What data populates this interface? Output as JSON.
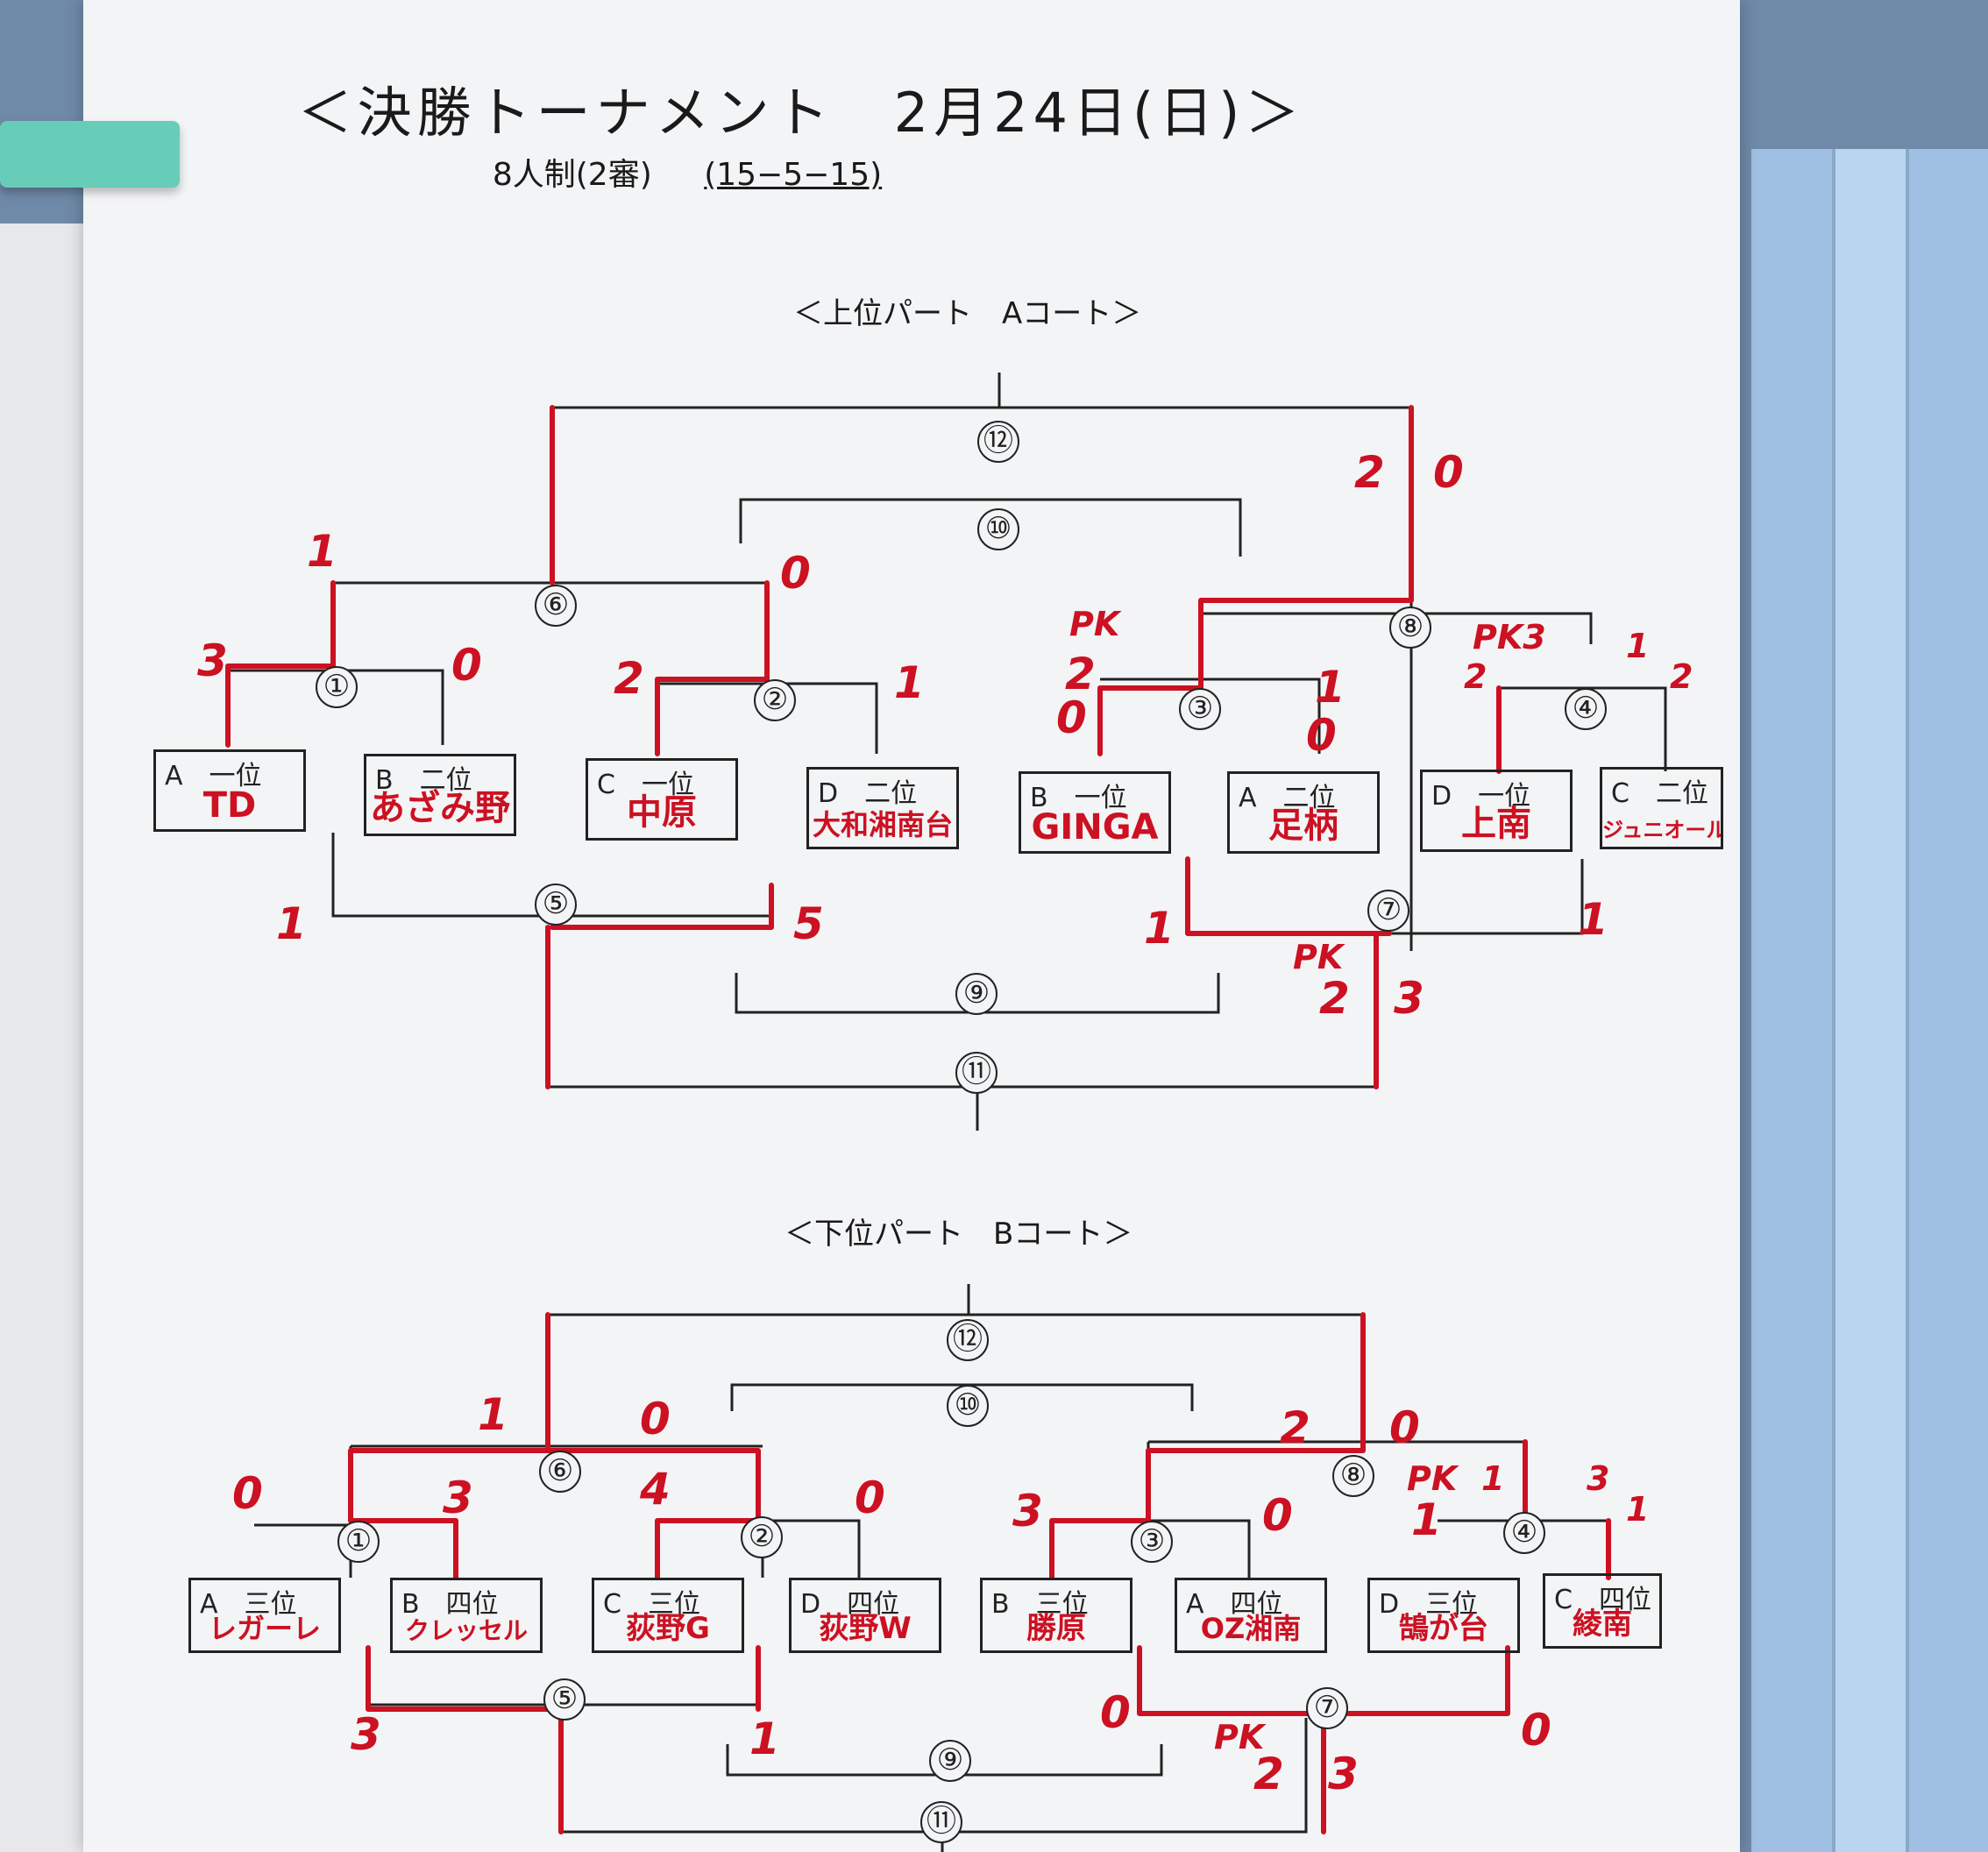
{
  "header": {
    "title": "＜決勝トーナメント　2月24日(日)＞",
    "format": "8人制(2審)",
    "timing": "(15−5−15)"
  },
  "upper": {
    "label": "＜上位パート　Aコート＞",
    "teams": [
      {
        "seed": "A　一位",
        "name": "TD"
      },
      {
        "seed": "B　二位",
        "name": "あざみ野"
      },
      {
        "seed": "C　一位",
        "name": "中原"
      },
      {
        "seed": "D　二位",
        "name": "大和湘南台"
      },
      {
        "seed": "B　一位",
        "name": "GINGA"
      },
      {
        "seed": "A　二位",
        "name": "足柄"
      },
      {
        "seed": "D　一位",
        "name": "上南"
      },
      {
        "seed": "C　二位",
        "name": "ジュニオール"
      }
    ],
    "match_numbers": [
      "①",
      "②",
      "③",
      "④",
      "⑤",
      "⑥",
      "⑦",
      "⑧",
      "⑨",
      "⑩",
      "⑪",
      "⑫"
    ],
    "scores": {
      "m1": [
        "3",
        "0"
      ],
      "m2": [
        "2",
        "1"
      ],
      "m3": [
        "PK",
        "2",
        "0",
        "1",
        "0"
      ],
      "m4": [
        "PK3",
        "2",
        "1",
        "2"
      ],
      "m6": [
        "1",
        "0"
      ],
      "m8": [
        "2",
        "0"
      ],
      "m5": [
        "1",
        "5"
      ],
      "m7": [
        "1",
        "1",
        "PK",
        "2"
      ],
      "m11": [
        "3"
      ]
    }
  },
  "lower": {
    "label": "＜下位パート　Bコート＞",
    "teams": [
      {
        "seed": "A　三位",
        "name": "レガーレ"
      },
      {
        "seed": "B　四位",
        "name": "クレッセル"
      },
      {
        "seed": "C　三位",
        "name": "荻野G"
      },
      {
        "seed": "D　四位",
        "name": "荻野W"
      },
      {
        "seed": "B　三位",
        "name": "勝原"
      },
      {
        "seed": "A　四位",
        "name": "OZ湘南"
      },
      {
        "seed": "D　三位",
        "name": "鵠が台"
      },
      {
        "seed": "C　四位",
        "name": "綾南"
      }
    ],
    "match_numbers": [
      "①",
      "②",
      "③",
      "④",
      "⑤",
      "⑥",
      "⑦",
      "⑧",
      "⑨",
      "⑩",
      "⑪",
      "⑫"
    ],
    "scores": {
      "m1": [
        "0",
        "3"
      ],
      "m2": [
        "4",
        "0"
      ],
      "m3": [
        "3",
        "0"
      ],
      "m4": [
        "PK",
        "1",
        "1",
        "3",
        "1"
      ],
      "m6": [
        "1",
        "0"
      ],
      "m8": [
        "2",
        "0"
      ],
      "m5": [
        "3",
        "1"
      ],
      "m7": [
        "0",
        "0",
        "PK",
        "2",
        "3"
      ]
    }
  },
  "colors": {
    "ink": "#cc1122",
    "paper": "#f3f4f6",
    "board": "#9fc0e2",
    "clip": "#67cdb8"
  }
}
